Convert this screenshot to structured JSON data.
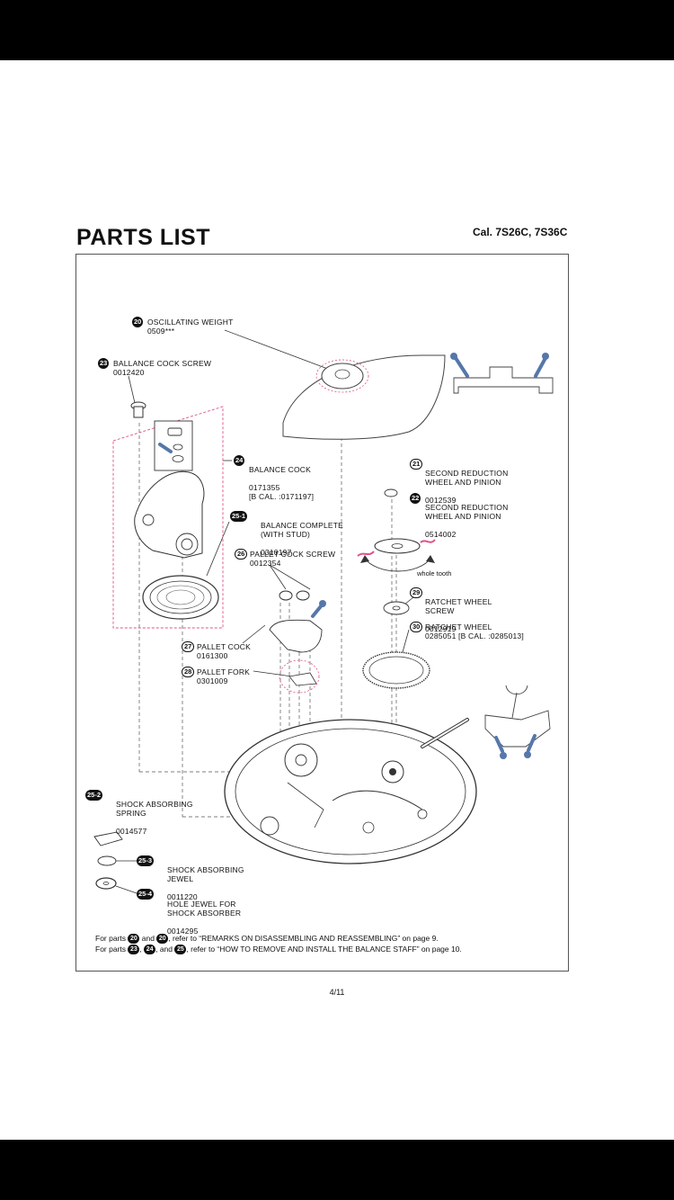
{
  "page": {
    "title": "PARTS LIST",
    "calibre": "Cal. 7S26C, 7S36C",
    "page_number": "4/11"
  },
  "parts": [
    {
      "id": "p20",
      "no": "20",
      "name": "OSCILLATING WEIGHT",
      "code": "0509***",
      "style": "filled"
    },
    {
      "id": "p23",
      "no": "23",
      "name": "BALLANCE COCK SCREW",
      "code": "0012420",
      "style": "filled"
    },
    {
      "id": "p24",
      "no": "24",
      "name": "BALANCE COCK",
      "code": "0171355\n[B CAL. :0171197]",
      "style": "filled"
    },
    {
      "id": "p25_1",
      "no": "25-1",
      "name": "BALANCE COMPLETE\n(WITH STUD)",
      "code": "0310197",
      "style": "filled"
    },
    {
      "id": "p26",
      "no": "26",
      "name": "PALLET COCK SCREW",
      "code": "0012354",
      "style": "outline"
    },
    {
      "id": "p27",
      "no": "27",
      "name": "PALLET COCK",
      "code": "0161300",
      "style": "outline"
    },
    {
      "id": "p28",
      "no": "28",
      "name": "PALLET FORK",
      "code": "0301009",
      "style": "outline"
    },
    {
      "id": "p21",
      "no": "21",
      "name": "SECOND REDUCTION\nWHEEL AND PINION",
      "code": "0012539",
      "style": "outline"
    },
    {
      "id": "p22",
      "no": "22",
      "name": "SECOND REDUCTION\nWHEEL AND PINION",
      "code": "0514002",
      "style": "filled"
    },
    {
      "id": "p29",
      "no": "29",
      "name": "RATCHET WHEEL\nSCREW",
      "code": "0012919",
      "style": "outline"
    },
    {
      "id": "p30",
      "no": "30",
      "name": "RATCHET WHEEL",
      "code": "0285051 [B CAL. :0285013]",
      "style": "outline"
    },
    {
      "id": "p25_2",
      "no": "25-2",
      "name": "SHOCK ABSORBING\nSPRING",
      "code": "0014577",
      "style": "filled"
    },
    {
      "id": "p25_3",
      "no": "25-3",
      "name": "SHOCK ABSORBING\nJEWEL",
      "code": "0011220",
      "style": "filled"
    },
    {
      "id": "p25_4",
      "no": "25-4",
      "name": "HOLE JEWEL FOR\nSHOCK ABSORBER",
      "code": "0014295",
      "style": "filled"
    }
  ],
  "annotations": {
    "whole_tooth": "whole tooth"
  },
  "footnotes": {
    "line1": {
      "prefix": "For parts ",
      "b1": "20",
      "mid1": " and ",
      "b2": "20",
      "suffix": ", refer to “REMARKS ON DISASSEMBLING AND REASSEMBLING” on page 9."
    },
    "line2": {
      "prefix": "For parts ",
      "b1": "23",
      "sep1": ", ",
      "b2": "24",
      "sep2": ", and ",
      "b3": "25",
      "suffix": ", refer to “HOW TO REMOVE AND INSTALL THE BALANCE STAFF” on page 10."
    }
  },
  "colors": {
    "accent_pink": "#e0508a",
    "accent_blue": "#5577aa",
    "line": "#333333"
  }
}
